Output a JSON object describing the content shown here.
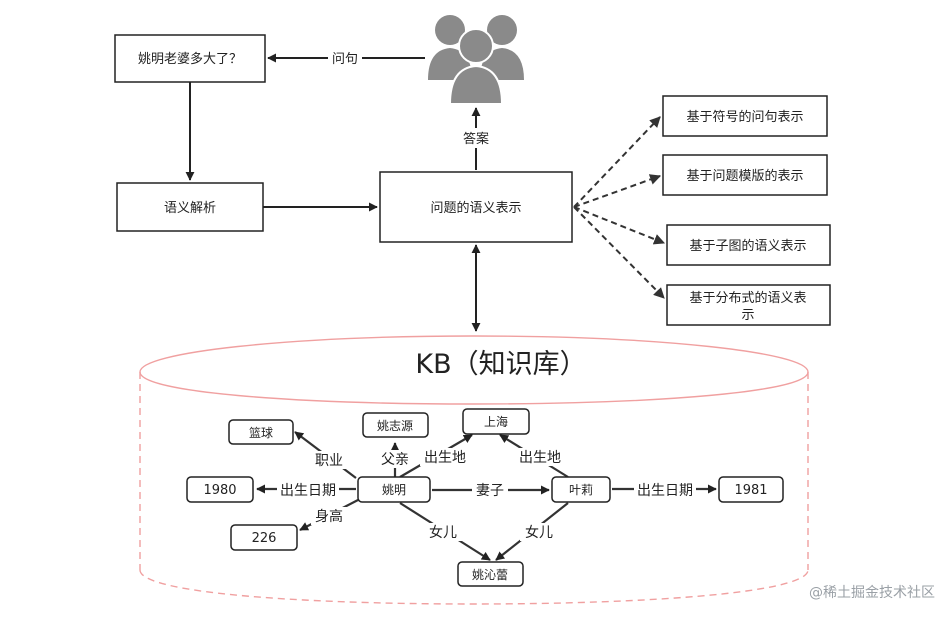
{
  "question_box": "姚明老婆多大了？",
  "edge_ask": "问句",
  "parse_box": "语义解析",
  "semantic_box": "问题的语义表示",
  "edge_answer": "答案",
  "methods": [
    {
      "line1": "基于符号的问句表示",
      "line2": ""
    },
    {
      "line1": "基于问题模版的表示",
      "line2": ""
    },
    {
      "line1": "基于子图的语义表示",
      "line2": ""
    },
    {
      "line1": "基于分布式的语义表",
      "line2": "示"
    }
  ],
  "kb_title": "KB（知识库）",
  "kb_nodes": {
    "basketball": "篮球",
    "yao_zhiyuan": "姚志源",
    "shanghai": "上海",
    "y1980": "1980",
    "yao_ming": "姚明",
    "ye_li": "叶莉",
    "y1981": "1981",
    "h226": "226",
    "yao_qinlei": "姚沁蕾"
  },
  "kb_edges": {
    "occupation": "职业",
    "father": "父亲",
    "birthplace_yao": "出生地",
    "birthplace_ye": "出生地",
    "birthdate_yao": "出生日期",
    "wife": "妻子",
    "birthdate_ye": "出生日期",
    "height": "身高",
    "daughter_yao": "女儿",
    "daughter_ye": "女儿"
  },
  "watermark": "@稀土掘金技术社区",
  "icons": [
    "users-group-icon"
  ]
}
